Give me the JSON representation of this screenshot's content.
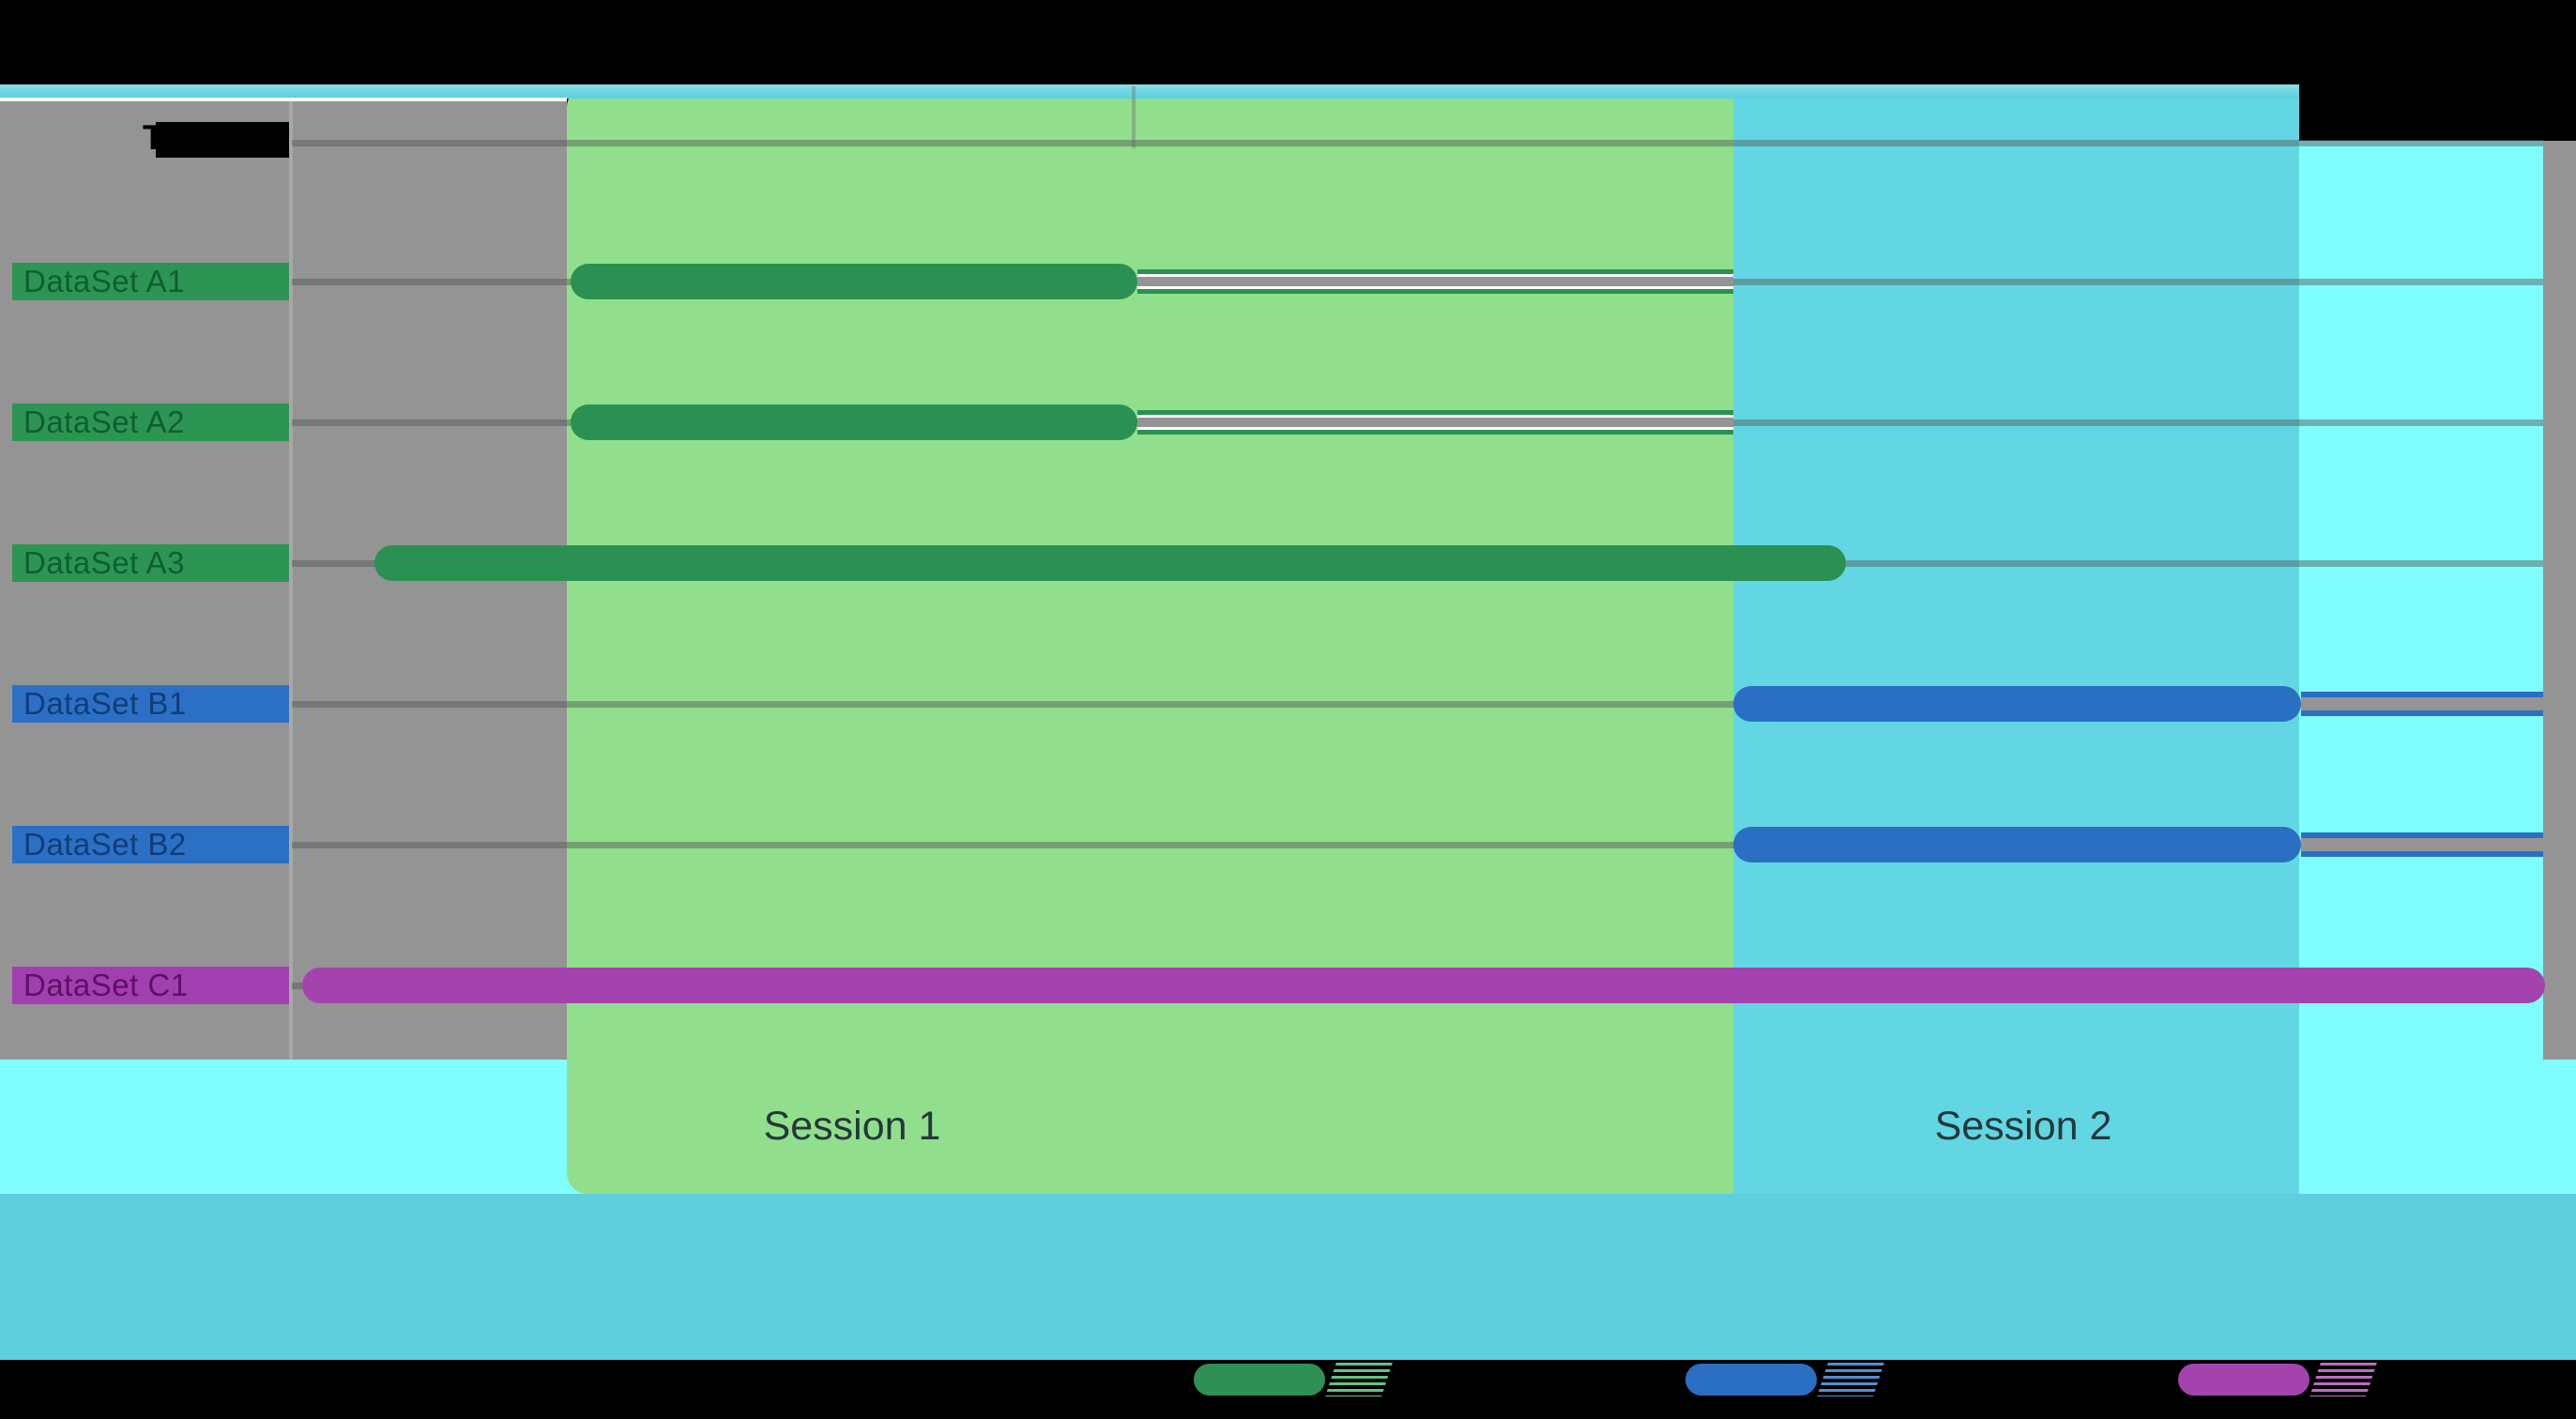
{
  "header": {
    "task_column_label": "Task"
  },
  "sessions": [
    {
      "label": "Session 1"
    },
    {
      "label": "Session 2"
    }
  ],
  "colors": {
    "background_black": "#000000",
    "plot_gray": "#949494",
    "panel_divider": "#A8A8A8",
    "top_strip_cyan": "#5BD2E0",
    "footer_band_cyan": "#5FCEDD",
    "under_row_light_cyan": "#80FEFE",
    "session1_column_green": "#91DF8C",
    "session2_column_cyan": "#62D7E3",
    "extra_column_light_cyan": "#80FEFE",
    "series_a_green": "#2A9153",
    "series_b_blue": "#2B6FC2",
    "series_c_purple": "#A443AE"
  },
  "chart_data": {
    "type": "bar",
    "subtype": "gantt-timeline",
    "title": "",
    "task_axis_label": "Task",
    "note": "horizontal timeline (Gantt-style); no numeric time tick labels visible; legend labels obscured by black footer",
    "tasks": [
      "DataSet A1",
      "DataSet A2",
      "DataSet A3",
      "DataSet B1",
      "DataSet B2",
      "DataSet C1"
    ],
    "sessions": [
      {
        "label": "Session 1",
        "span_frac": [
          0.122,
          0.64
        ],
        "color": "#91DF8C"
      },
      {
        "label": "Session 2",
        "span_frac": [
          0.64,
          0.892
        ],
        "color": "#62D7E3"
      },
      {
        "label": "",
        "span_frac": [
          0.892,
          1.0
        ],
        "color": "#80FEFE"
      }
    ],
    "series_groups": [
      {
        "name": "A",
        "color": "#2A9153",
        "label_bg": "#2D9553",
        "label_text": "#0E5E31"
      },
      {
        "name": "B",
        "color": "#2B6FC2",
        "label_bg": "#2B70C4",
        "label_text": "#123C78"
      },
      {
        "name": "C",
        "color": "#A443AE",
        "label_bg": "#A23FB0",
        "label_text": "#5B1066"
      }
    ],
    "bars": [
      {
        "task": "DataSet A1",
        "group": "A",
        "start_frac": 0.1238,
        "end_frac": 0.3756,
        "tail_end_frac": 0.6403,
        "tail_style": "green"
      },
      {
        "task": "DataSet A2",
        "group": "A",
        "start_frac": 0.1238,
        "end_frac": 0.3756,
        "tail_end_frac": 0.6403,
        "tail_style": "green"
      },
      {
        "task": "DataSet A3",
        "group": "A",
        "start_frac": 0.0367,
        "end_frac": 0.6903,
        "tail_end_frac": null,
        "tail_style": null
      },
      {
        "task": "DataSet B1",
        "group": "B",
        "start_frac": 0.6403,
        "end_frac": 0.8925,
        "tail_end_frac": 1.0,
        "tail_style": "blue"
      },
      {
        "task": "DataSet B2",
        "group": "B",
        "start_frac": 0.6403,
        "end_frac": 0.8925,
        "tail_end_frac": 1.0,
        "tail_style": "blue"
      },
      {
        "task": "DataSet C1",
        "group": "C",
        "start_frac": 0.0046,
        "end_frac": 1.0008,
        "tail_end_frac": null,
        "tail_style": null
      }
    ]
  },
  "legend": {
    "items": [
      {
        "series": "A",
        "color": "#2E9053",
        "streak_color": "#6FD892",
        "label": ""
      },
      {
        "series": "B",
        "color": "#2B6FC2",
        "streak_color": "#5A9FE8",
        "label": ""
      },
      {
        "series": "C",
        "color": "#A443AE",
        "streak_color": "#CE7AD6",
        "label": ""
      }
    ]
  }
}
